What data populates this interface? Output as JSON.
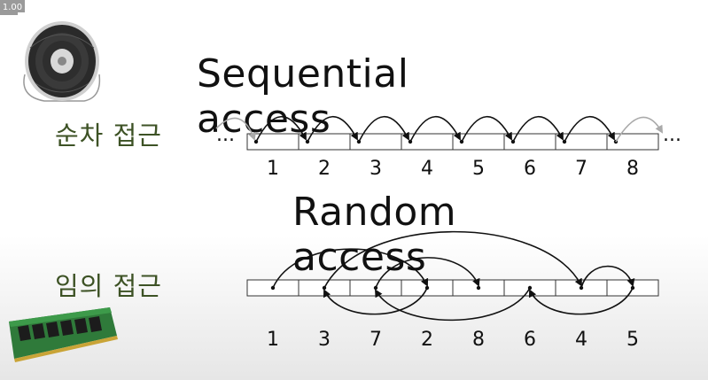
{
  "speed_badge": "1.00",
  "sequential": {
    "title": "Sequential access",
    "korean_label": "순차 접근",
    "order": [
      "1",
      "2",
      "3",
      "4",
      "5",
      "6",
      "7",
      "8"
    ],
    "ellipsis_left": "...",
    "ellipsis_right": "..."
  },
  "random": {
    "title": "Random access",
    "korean_label": "임의 접근",
    "order": [
      "1",
      "3",
      "7",
      "2",
      "8",
      "6",
      "4",
      "5"
    ]
  },
  "icons": {
    "sequential_media": "tape-reel-icon",
    "random_media": "ram-module-icon"
  }
}
